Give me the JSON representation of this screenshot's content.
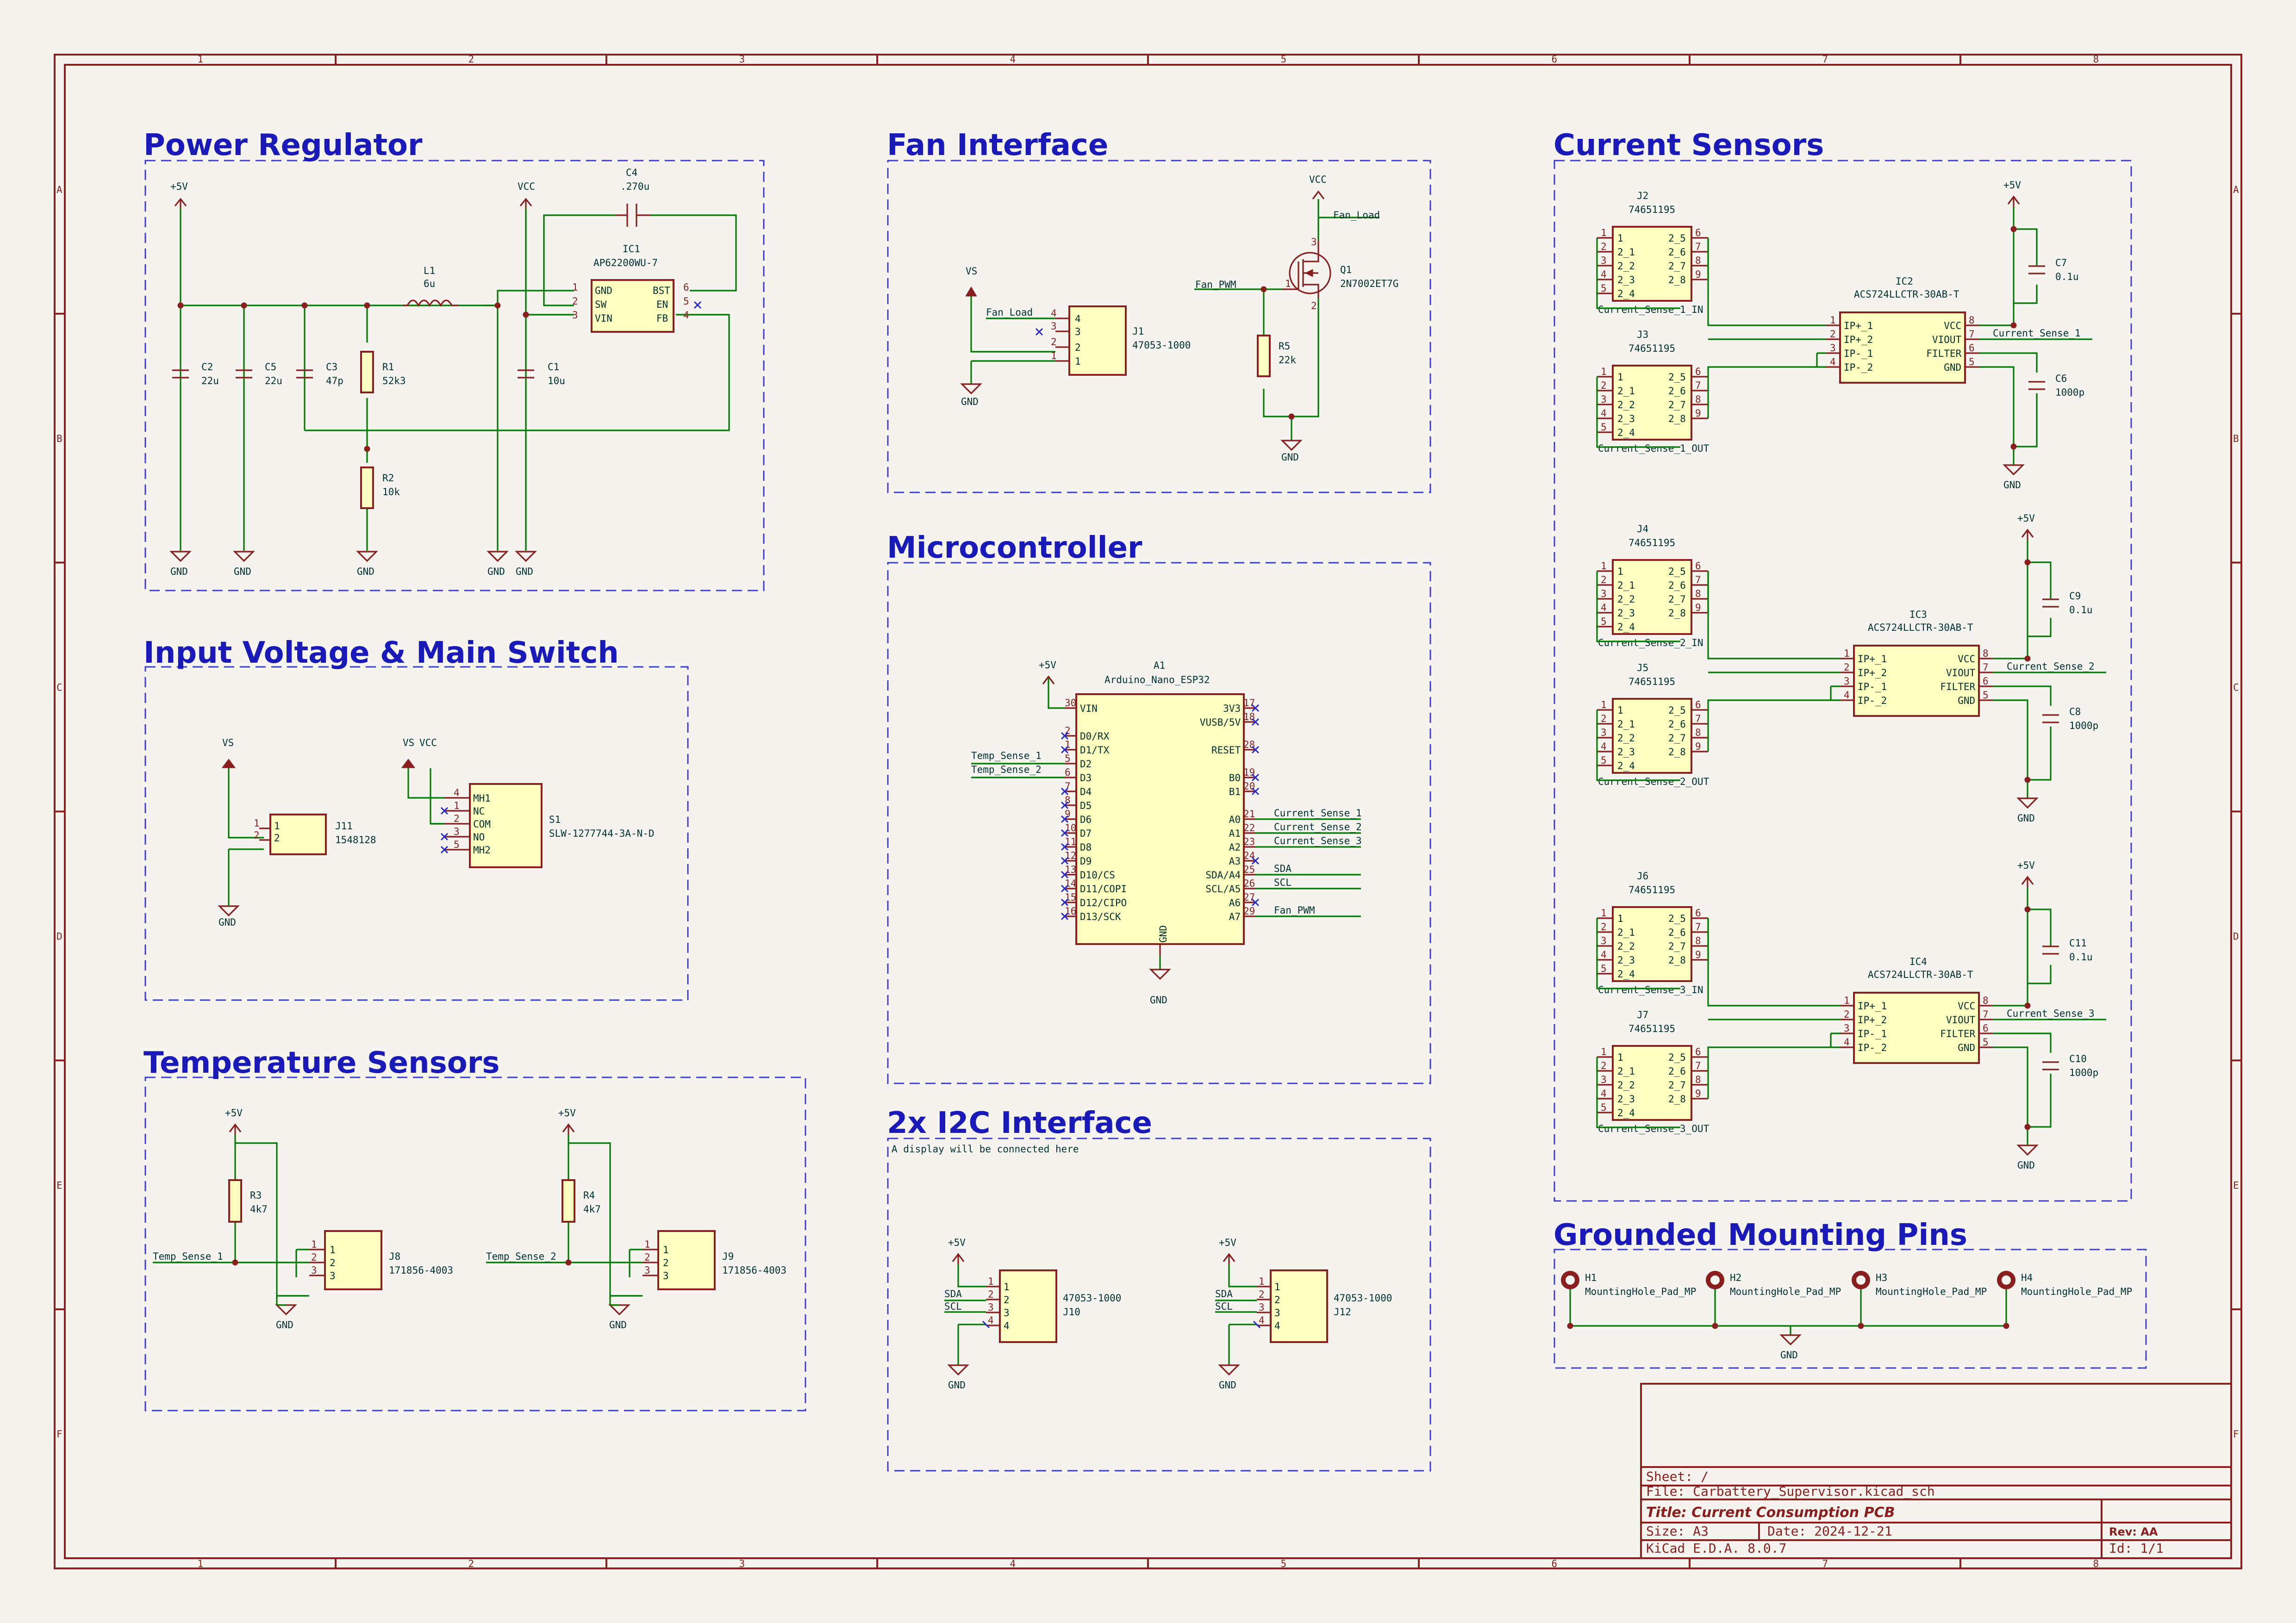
{
  "sections": {
    "power": "Power Regulator",
    "input": "Input Voltage & Main Switch",
    "temp": "Temperature Sensors",
    "fan": "Fan Interface",
    "mcu": "Microcontroller",
    "i2c": "2x I2C Interface",
    "i2c_note": "A display will be connected here",
    "current": "Current Sensors",
    "mount": "Grounded Mounting Pins"
  },
  "frame": {
    "cols": [
      "1",
      "2",
      "3",
      "4",
      "5",
      "6",
      "7",
      "8"
    ],
    "rows": [
      "A",
      "B",
      "C",
      "D",
      "E",
      "F"
    ]
  },
  "power": {
    "p5v": "+5V",
    "vcc": "VCC",
    "gnd": "GND",
    "c4": "C4",
    "c4v": ".270u",
    "l1": "L1",
    "l1v": "6u",
    "ic1": "IC1",
    "ic1v": "AP62200WU-7",
    "ic1_pins": [
      "GND",
      "SW",
      "VIN",
      "BST",
      "EN",
      "FB"
    ],
    "ic1_nums": [
      "1",
      "2",
      "3",
      "6",
      "5",
      "4"
    ],
    "c2": "C2",
    "c2v": "22u",
    "c5": "C5",
    "c5v": "22u",
    "c3": "C3",
    "c3v": "47p",
    "r1": "R1",
    "r1v": "52k3",
    "c1": "C1",
    "c1v": "10u",
    "r2": "R2",
    "r2v": "10k"
  },
  "input": {
    "vs": "VS",
    "vcc": "VCC",
    "gnd": "GND",
    "j11": "J11",
    "j11v": "1548128",
    "s1": "S1",
    "s1v": "SLW-1277744-3A-N-D",
    "s1_pins": [
      "MH1",
      "NC",
      "COM",
      "NO",
      "MH2"
    ],
    "s1_nums": [
      "4",
      "1",
      "2",
      "3",
      "5"
    ]
  },
  "temp": {
    "p5v": "+5V",
    "gnd": "GND",
    "r3": "R3",
    "r3v": "4k7",
    "j8": "J8",
    "j8v": "171856-4003",
    "net1": "Temp_Sense_1",
    "r4": "R4",
    "r4v": "4k7",
    "j9": "J9",
    "j9v": "171856-4003",
    "net2": "Temp_Sense_2"
  },
  "fan": {
    "vcc": "VCC",
    "vs": "VS",
    "gnd": "GND",
    "fan_load": "Fan_Load",
    "fan_pwm": "Fan_PWM",
    "j1": "J1",
    "j1v": "47053-1000",
    "q1": "Q1",
    "q1v": "2N7002ET7G",
    "r5": "R5",
    "r5v": "22k"
  },
  "mcu": {
    "p5v": "+5V",
    "gnd": "GND",
    "a1": "A1",
    "a1v": "Arduino_Nano_ESP32",
    "left_pins": [
      "VIN",
      "D0/RX",
      "D1/TX",
      "D2",
      "D3",
      "D4",
      "D5",
      "D6",
      "D7",
      "D8",
      "D9",
      "D10/CS",
      "D11/COPI",
      "D12/CIPO",
      "D13/SCK"
    ],
    "right_pins": [
      "3V3",
      "VUSB/5V",
      "RESET",
      "B0",
      "B1",
      "A0",
      "A1",
      "A2",
      "A3",
      "SDA/A4",
      "SCL/A5",
      "A6",
      "A7"
    ],
    "gnd_pin": "GND",
    "nets_left": [
      "Temp_Sense_1",
      "Temp_Sense_2"
    ],
    "nets_right": [
      "Current_Sense_1",
      "Current_Sense_2",
      "Current_Sense_3",
      "",
      "SDA",
      "SCL",
      "",
      "Fan_PWM"
    ]
  },
  "i2c": {
    "p5v": "+5V",
    "gnd": "GND",
    "sda": "SDA",
    "scl": "SCL",
    "j10": "J10",
    "j10v": "47053-1000",
    "j12": "J12",
    "j12v": "47053-1000"
  },
  "current": {
    "p5v": "+5V",
    "gnd": "GND",
    "conn_value": "74651195",
    "conn_pins_l": [
      "1",
      "2_1",
      "2_2",
      "2_3",
      "2_4"
    ],
    "conn_pins_r": [
      "2_5",
      "2_6",
      "2_7",
      "2_8"
    ],
    "ic_value": "ACS724LLCTR-30AB-T",
    "ic_pins_l": [
      "IP+_1",
      "IP+_2",
      "IP-_1",
      "IP-_2"
    ],
    "ic_pins_r": [
      "VCC",
      "VIOUT",
      "FILTER",
      "GND"
    ],
    "groups": [
      {
        "jin": "J2",
        "jout": "J3",
        "ic": "IC2",
        "cvcc": "C7",
        "cvccv": "0.1u",
        "cf": "C6",
        "cfv": "1000p",
        "in": "Current_Sense_1_IN",
        "out": "Current_Sense_1_OUT",
        "net": "Current_Sense_1"
      },
      {
        "jin": "J4",
        "jout": "J5",
        "ic": "IC3",
        "cvcc": "C9",
        "cvccv": "0.1u",
        "cf": "C8",
        "cfv": "1000p",
        "in": "Current_Sense_2_IN",
        "out": "Current_Sense_2_OUT",
        "net": "Current_Sense_2"
      },
      {
        "jin": "J6",
        "jout": "J7",
        "ic": "IC4",
        "cvcc": "C11",
        "cvccv": "0.1u",
        "cf": "C10",
        "cfv": "1000p",
        "in": "Current_Sense_3_IN",
        "out": "Current_Sense_3_OUT",
        "net": "Current_Sense_3"
      }
    ]
  },
  "mount": {
    "gnd": "GND",
    "holes": [
      {
        "ref": "H1",
        "val": "MountingHole_Pad_MP"
      },
      {
        "ref": "H2",
        "val": "MountingHole_Pad_MP"
      },
      {
        "ref": "H3",
        "val": "MountingHole_Pad_MP"
      },
      {
        "ref": "H4",
        "val": "MountingHole_Pad_MP"
      }
    ]
  },
  "titleblock": {
    "sheet": "Sheet: /",
    "file": "File: Carbattery_Supervisor.kicad_sch",
    "title": "Title: Current Consumption PCB",
    "size": "Size: A3",
    "date": "Date: 2024-12-21",
    "rev": "Rev: AA",
    "tool": "KiCad E.D.A. 8.0.7",
    "id": "Id: 1/1"
  }
}
